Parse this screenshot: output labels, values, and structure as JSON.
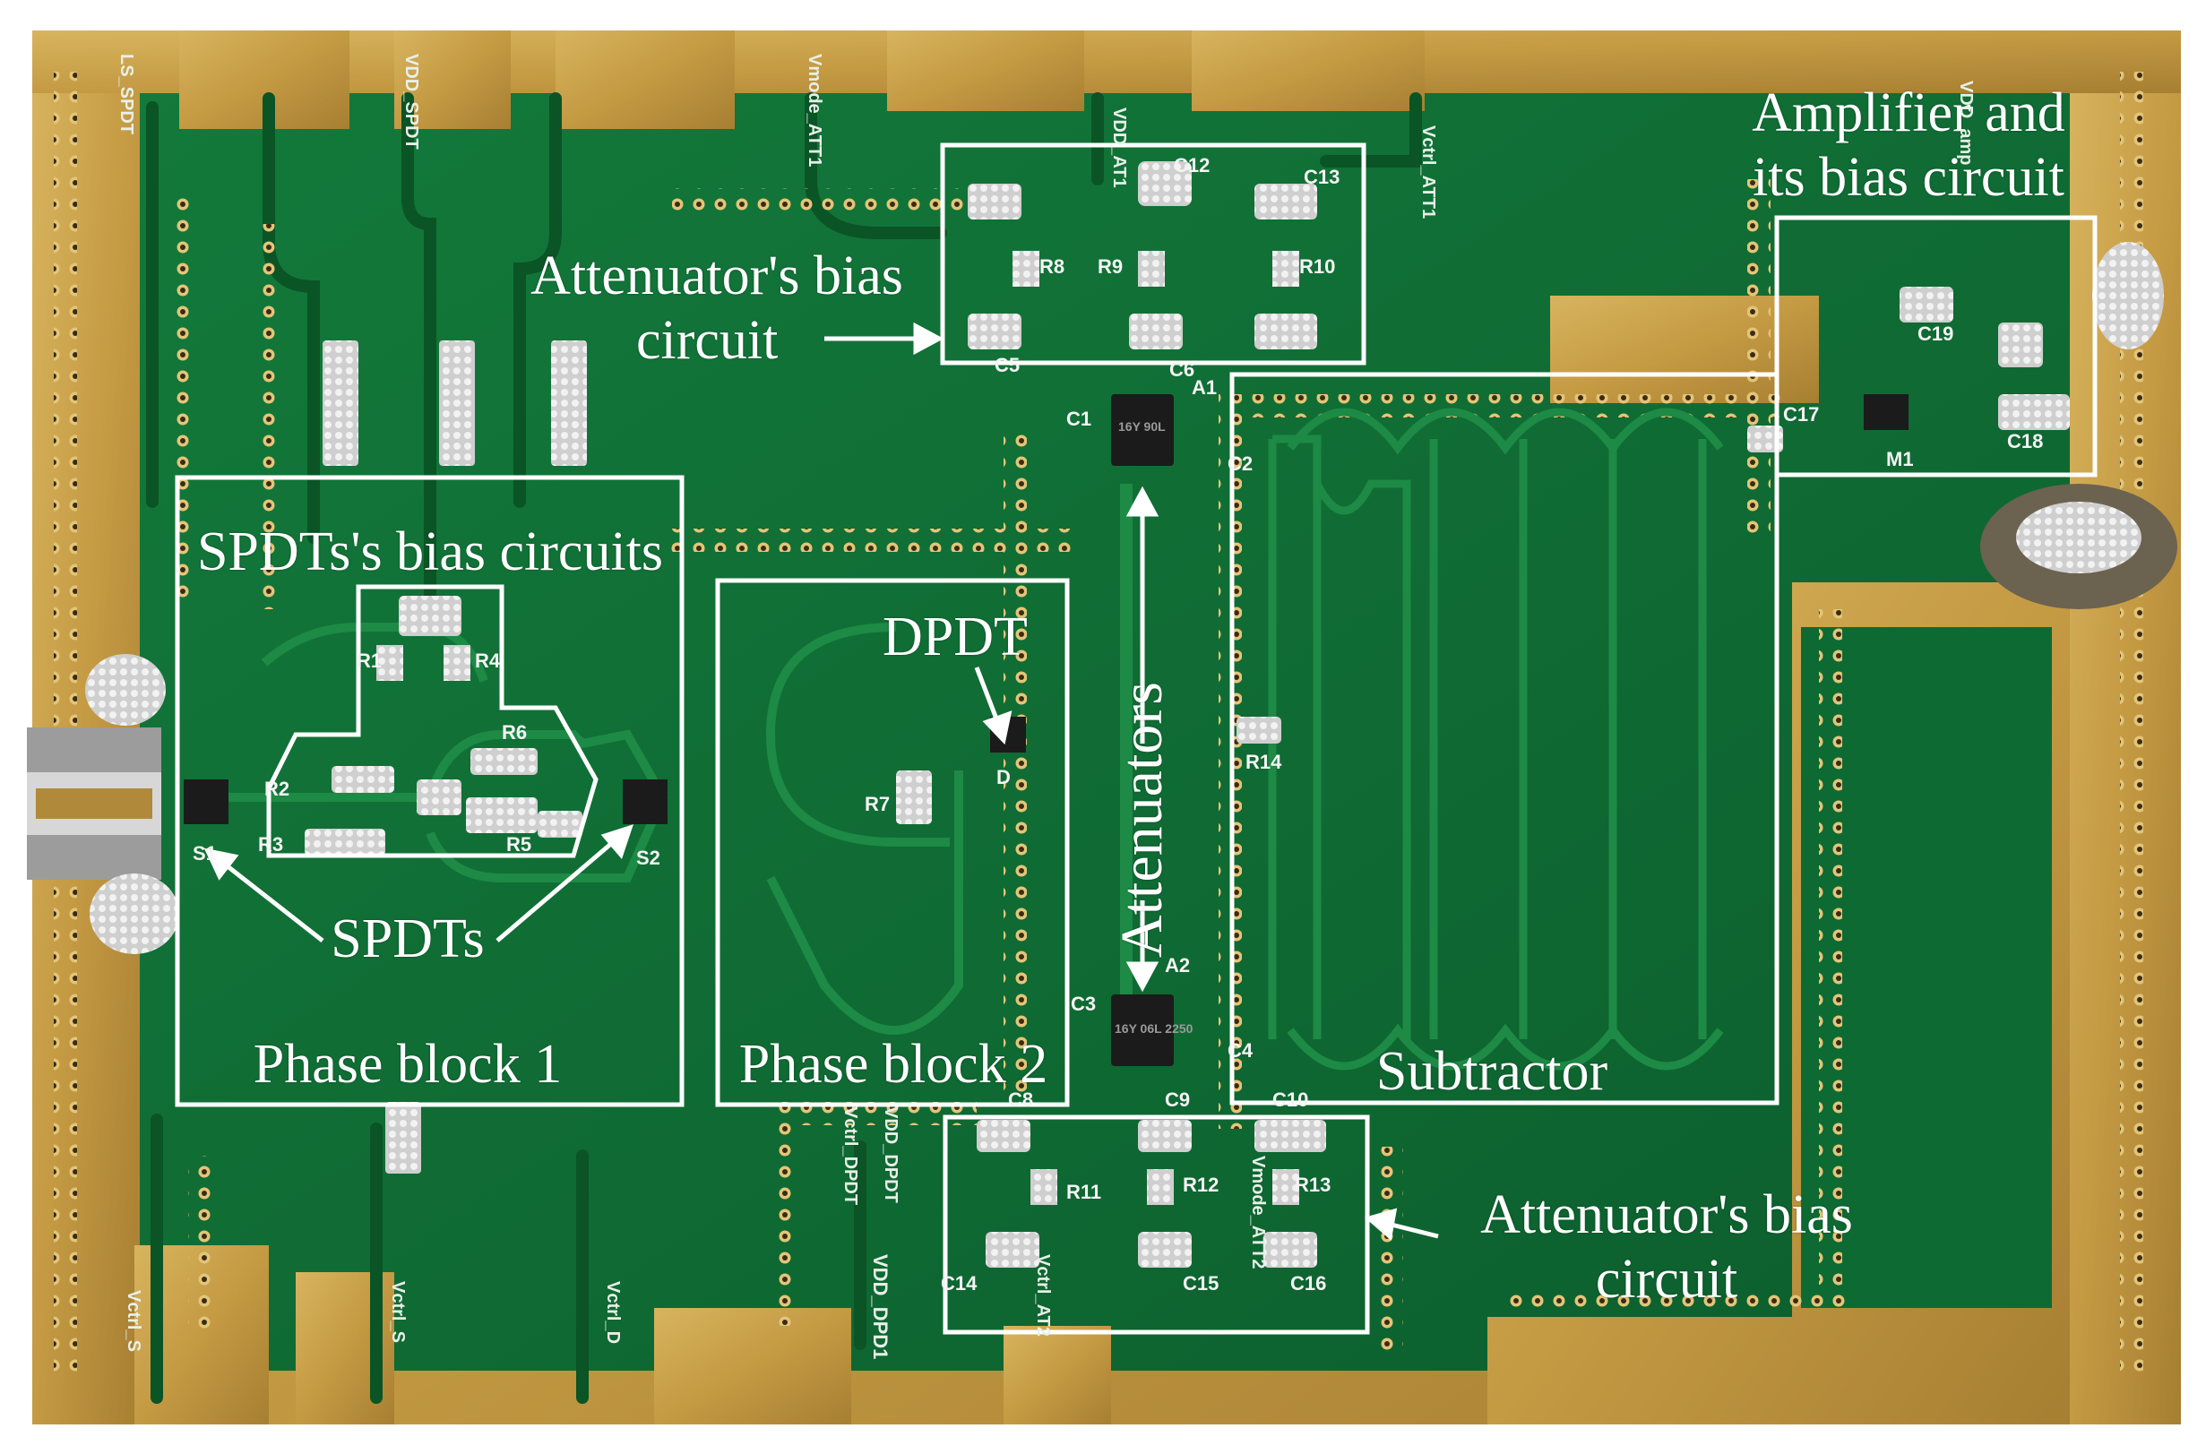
{
  "labels": {
    "amplifier_line1": "Amplifier and",
    "amplifier_line2": "its bias circuit",
    "attenuator_bias_top_line1": "Attenuator's bias",
    "attenuator_bias_top_line2": "circuit",
    "attenuator_bias_bottom_line1": "Attenuator's bias",
    "attenuator_bias_bottom_line2": "circuit",
    "spdt_bias": "SPDTs's bias circuits",
    "spdts": "SPDTs",
    "phase_block_1": "Phase block 1",
    "phase_block_2": "Phase block 2",
    "dpdt": "DPDT",
    "attenuators": "Attenuators",
    "subtractor": "Subtractor"
  },
  "silkscreen": {
    "c12": "C12",
    "c13": "C13",
    "r8": "R8",
    "r9": "R9",
    "r10": "R10",
    "c6": "C6",
    "c5": "C5",
    "a1": "A1",
    "c1": "C1",
    "c2": "C2",
    "c19": "C19",
    "c17": "C17",
    "c18": "C18",
    "m1": "M1",
    "r1": "R1",
    "r4": "R4",
    "r6": "R6",
    "r2": "R2",
    "r3": "R3",
    "r5": "R5",
    "s1": "S1",
    "s2": "S2",
    "r7": "R7",
    "d": "D",
    "r14": "R14",
    "a2": "A2",
    "c3": "C3",
    "c4": "C4",
    "c8": "C8",
    "c9": "C9",
    "c10": "C10",
    "r11": "R11",
    "r12": "R12",
    "r13": "R13",
    "c14": "C14",
    "c15": "C15",
    "c16": "C16",
    "chip_a1": "16Y 90L",
    "chip_a2": "16Y 06L 2250"
  },
  "nets": {
    "ls_spdt": "LS_SPDT",
    "vdd_spdt": "VDD_SPDT",
    "vmode_att1": "Vmode_ATT1",
    "vdd_att1": "VDD_AT1",
    "vctrl_att1": "Vctrl_ATT1",
    "vdd_amp": "VDD_amp",
    "vctrl_s1": "Vctrl_S",
    "vctrl_s2": "Vctrl_S",
    "vctrl_d": "Vctrl_D",
    "vdd_dpdt": "VDD_DPDT",
    "vctrl_dpdt": "Vctrl_DPDT",
    "vdd_dpd1": "VDD_DPD1",
    "vctrl_at2": "Vctrl_AT2",
    "vmode_att2": "Vmode_ATT2"
  },
  "colors": {
    "board_green": "#0f6b33",
    "board_dark": "#0a4d24",
    "copper_gold": "#c9a24a",
    "annotation": "#ffffff"
  }
}
